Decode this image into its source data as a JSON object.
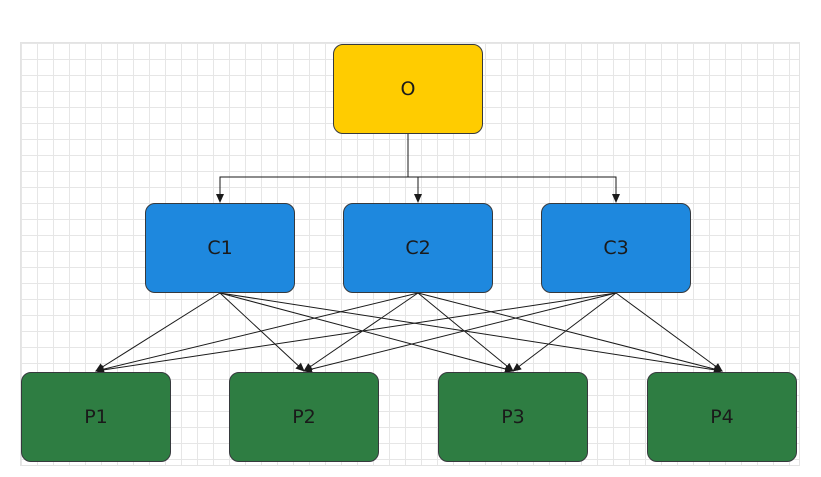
{
  "colors": {
    "root": "#ffcc00",
    "mid": "#1e88de",
    "leaf": "#2e7d42",
    "edge": "#1a1a1a"
  },
  "nodes": {
    "o": {
      "label": "O"
    },
    "c1": {
      "label": "C1"
    },
    "c2": {
      "label": "C2"
    },
    "c3": {
      "label": "C3"
    },
    "p1": {
      "label": "P1"
    },
    "p2": {
      "label": "P2"
    },
    "p3": {
      "label": "P3"
    },
    "p4": {
      "label": "P4"
    }
  },
  "edges": [
    {
      "from": "o",
      "to": "c1"
    },
    {
      "from": "o",
      "to": "c2"
    },
    {
      "from": "o",
      "to": "c3"
    },
    {
      "from": "c1",
      "to": "p1"
    },
    {
      "from": "c1",
      "to": "p2"
    },
    {
      "from": "c1",
      "to": "p3"
    },
    {
      "from": "c1",
      "to": "p4"
    },
    {
      "from": "c2",
      "to": "p1"
    },
    {
      "from": "c2",
      "to": "p2"
    },
    {
      "from": "c2",
      "to": "p3"
    },
    {
      "from": "c2",
      "to": "p4"
    },
    {
      "from": "c3",
      "to": "p1"
    },
    {
      "from": "c3",
      "to": "p2"
    },
    {
      "from": "c3",
      "to": "p3"
    },
    {
      "from": "c3",
      "to": "p4"
    }
  ]
}
